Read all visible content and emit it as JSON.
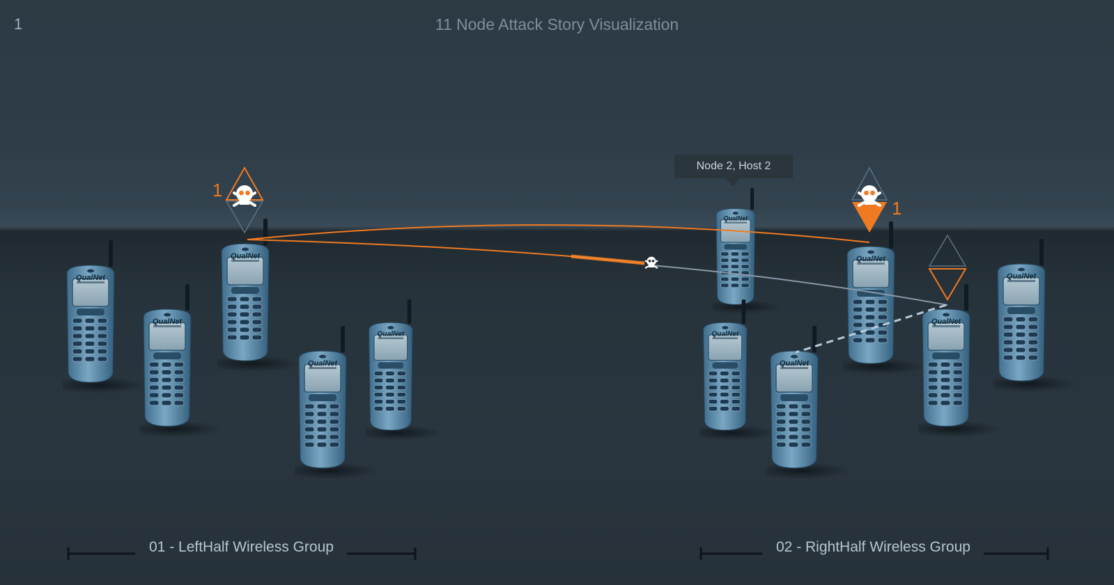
{
  "header": {
    "frame_number": "1",
    "title": "11 Node Attack Story Visualization"
  },
  "tooltip": {
    "text": "Node 2, Host 2"
  },
  "phones": [
    {
      "id": "left-1",
      "label": "QualNet"
    },
    {
      "id": "left-2",
      "label": "QualNet"
    },
    {
      "id": "left-3",
      "label": "QualNet"
    },
    {
      "id": "left-4",
      "label": "QualNet"
    },
    {
      "id": "left-5",
      "label": "QualNet"
    },
    {
      "id": "right-1",
      "label": "QualNet"
    },
    {
      "id": "right-2",
      "label": "QualNet"
    },
    {
      "id": "right-3",
      "label": "QualNet"
    },
    {
      "id": "right-4",
      "label": "QualNet"
    },
    {
      "id": "right-5",
      "label": "QualNet"
    },
    {
      "id": "right-6",
      "label": "QualNet"
    }
  ],
  "markers": {
    "left_count": "1",
    "right_count": "1"
  },
  "groups": {
    "left": "01 - LeftHalf Wireless Group",
    "right": "02 - RightHalf Wireless Group"
  },
  "colors": {
    "attack": "#f07a22",
    "link": "#8a99a6",
    "phone_body": "#5f8fab",
    "phone_keys": "#1d3a52"
  },
  "icons": {
    "attack_marker": "skull-crossbones-icon",
    "node_marker": "diamond-triangle-icon"
  }
}
